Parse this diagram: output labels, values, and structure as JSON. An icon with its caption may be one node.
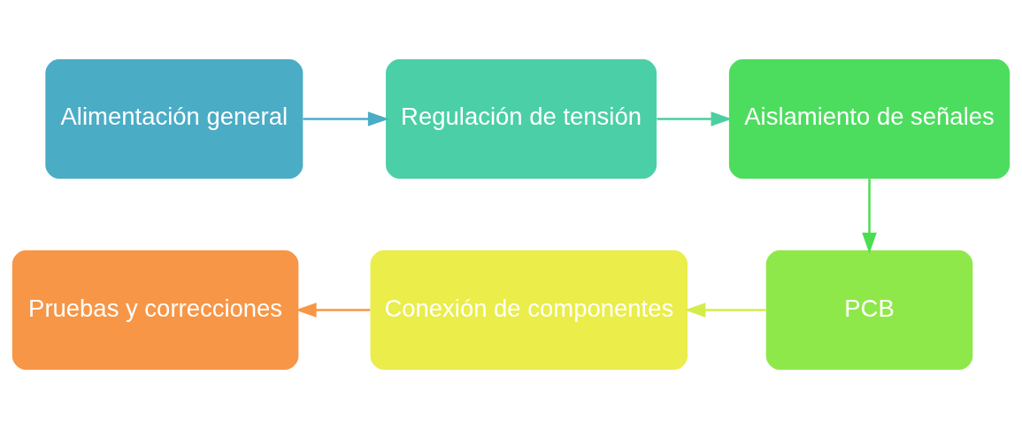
{
  "diagram": {
    "nodes": [
      {
        "text": [
          "Alimentación general"
        ]
      },
      {
        "text": [
          "Regulación de tensión"
        ]
      },
      {
        "text": [
          "Aislamiento de señales"
        ]
      },
      {
        "text": [
          "PCB"
        ]
      },
      {
        "text": [
          "Conexión de componentes"
        ]
      },
      {
        "text": [
          "Pruebas y correcciones"
        ]
      }
    ],
    "edges": [
      {
        "from": 0,
        "to": 1,
        "arrow": "to",
        "color": "#4bacc6"
      },
      {
        "from": 1,
        "to": 2,
        "arrow": "to",
        "color": "#4bcfa0"
      },
      {
        "from": 2,
        "to": 3,
        "arrow": "to",
        "color": "#4cdd52"
      },
      {
        "from": 3,
        "to": 4,
        "arrow": "to",
        "color": "#d4ec4a"
      },
      {
        "from": 4,
        "to": 5,
        "arrow": "to",
        "color": "#f79646"
      }
    ]
  }
}
